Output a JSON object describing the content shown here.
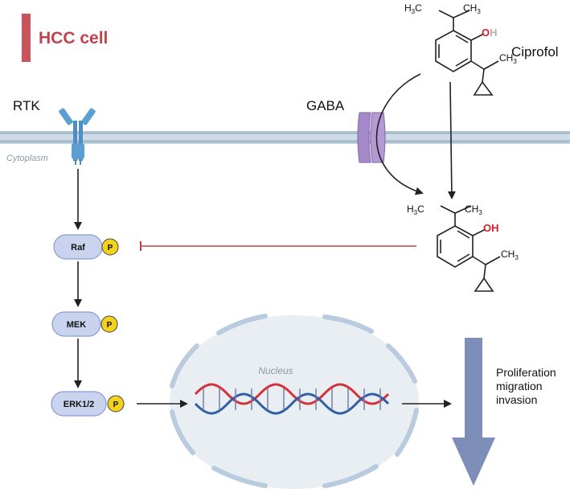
{
  "header": {
    "title": "HCC cell",
    "accent_color": "#c0434b"
  },
  "labels": {
    "rtk": "RTK",
    "gaba": "GABA",
    "cytoplasm": "Cytoplasm",
    "nucleus": "Nucleus",
    "drug": "Ciprofol"
  },
  "cascade": {
    "raf": "Raf",
    "mek": "MEK",
    "erk": "ERK1/2",
    "phospho": "P"
  },
  "chem": {
    "h3c": "H",
    "c_sub": "3",
    "c_letter": "C",
    "ch": "CH",
    "ch_sub": "3",
    "oh_o": "O",
    "oh_h": "H"
  },
  "outcomes": {
    "line1": "Proliferation",
    "line2": "migration",
    "line3": "invasion"
  },
  "colors": {
    "membrane": "#aabfd2",
    "pill_fill": "#c9d3ee",
    "pill_stroke": "#8c9ad1",
    "phospho_fill": "#f3d21c",
    "inhibit": "#c0434b",
    "nucleus_fill": "#e9eef2",
    "nucleus_edge": "#b9cbdf",
    "big_arrow": "#7d8fb8",
    "dna_red": "#d2323c",
    "dna_blue": "#2f5fa8",
    "channel": "#a48ac8",
    "receptor": "#5b9fd3"
  }
}
